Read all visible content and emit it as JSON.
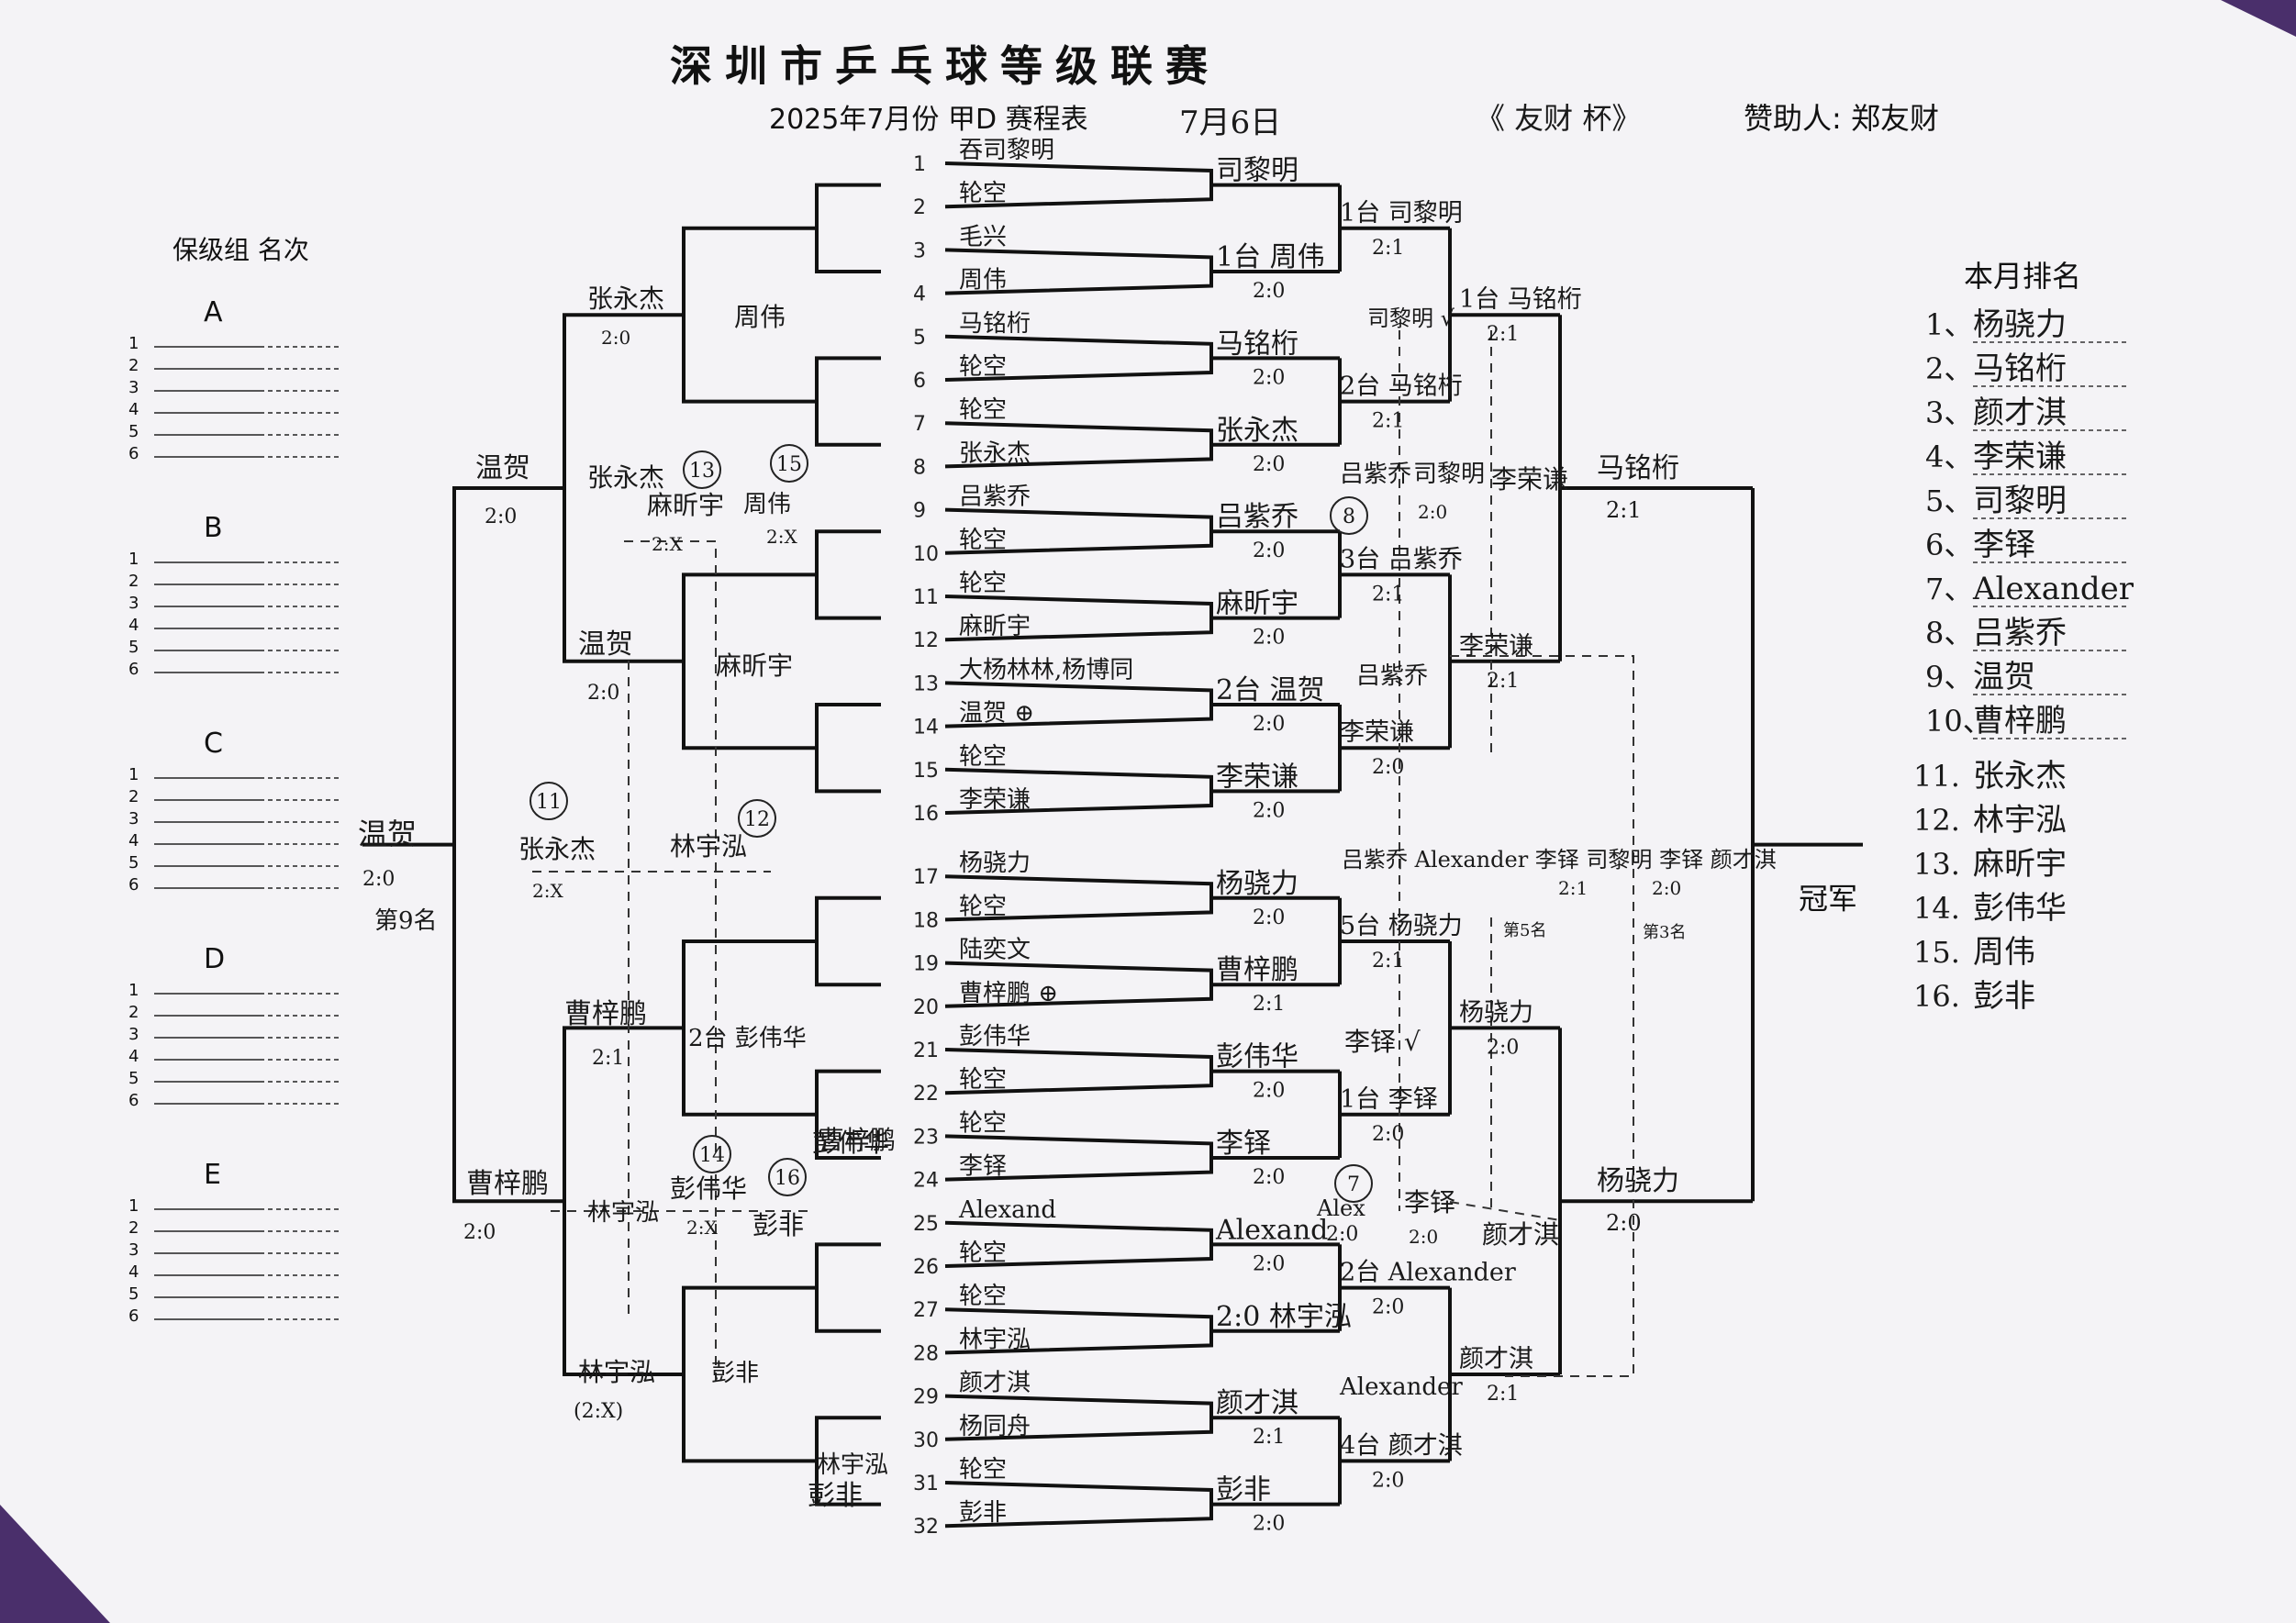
{
  "title": "深圳市乒乓球等级联赛",
  "subtitle": "2025年7月份 甲D 赛程表",
  "date": "7月6日",
  "cup": "《 友财    杯》",
  "sponsor": "赞助人: 郑友财",
  "relegation": {
    "heading": "保级组   名次",
    "groups": [
      "A",
      "B",
      "C",
      "D",
      "E"
    ],
    "rows": [
      "1",
      "2",
      "3",
      "4",
      "5",
      "6"
    ]
  },
  "ranking": {
    "heading": "本月排名",
    "items": [
      {
        "no": "1、",
        "name": "杨骁力"
      },
      {
        "no": "2、",
        "name": "马铭桁"
      },
      {
        "no": "3、",
        "name": "颜才淇"
      },
      {
        "no": "4、",
        "name": "李荣谦"
      },
      {
        "no": "5、",
        "name": "司黎明"
      },
      {
        "no": "6、",
        "name": "李铎"
      },
      {
        "no": "7、",
        "name": "Alexander"
      },
      {
        "no": "8、",
        "name": "吕紫乔"
      },
      {
        "no": "9、",
        "name": "温贺"
      },
      {
        "no": "10、",
        "name": "曹梓鹏"
      },
      {
        "no": "11.",
        "name": "张永杰"
      },
      {
        "no": "12.",
        "name": "林宇泓"
      },
      {
        "no": "13.",
        "name": "麻昕宇"
      },
      {
        "no": "14.",
        "name": "彭伟华"
      },
      {
        "no": "15.",
        "name": "周伟"
      },
      {
        "no": "16.",
        "name": "彭非"
      }
    ]
  },
  "slots": [
    {
      "no": "1",
      "name": "吞司黎明"
    },
    {
      "no": "2",
      "name": "轮空"
    },
    {
      "no": "3",
      "name": "毛兴"
    },
    {
      "no": "4",
      "name": "周伟"
    },
    {
      "no": "5",
      "name": "马铭桁"
    },
    {
      "no": "6",
      "name": "轮空"
    },
    {
      "no": "7",
      "name": "轮空"
    },
    {
      "no": "8",
      "name": "张永杰"
    },
    {
      "no": "9",
      "name": "吕紫乔"
    },
    {
      "no": "10",
      "name": "轮空"
    },
    {
      "no": "11",
      "name": "轮空"
    },
    {
      "no": "12",
      "name": "麻昕宇"
    },
    {
      "no": "13",
      "name": "大杨林林,杨博同"
    },
    {
      "no": "14",
      "name": "温贺 ⊕"
    },
    {
      "no": "15",
      "name": "轮空"
    },
    {
      "no": "16",
      "name": "李荣谦"
    },
    {
      "no": "17",
      "name": "杨骁力"
    },
    {
      "no": "18",
      "name": "轮空"
    },
    {
      "no": "19",
      "name": "陆奕文"
    },
    {
      "no": "20",
      "name": "曹梓鹏 ⊕"
    },
    {
      "no": "21",
      "name": "彭伟华"
    },
    {
      "no": "22",
      "name": "轮空"
    },
    {
      "no": "23",
      "name": "轮空"
    },
    {
      "no": "24",
      "name": "李铎"
    },
    {
      "no": "25",
      "name": "Alexand"
    },
    {
      "no": "26",
      "name": "轮空"
    },
    {
      "no": "27",
      "name": "轮空"
    },
    {
      "no": "28",
      "name": "林宇泓"
    },
    {
      "no": "29",
      "name": "颜才淇"
    },
    {
      "no": "30",
      "name": "杨同舟"
    },
    {
      "no": "31",
      "name": "轮空"
    },
    {
      "no": "32",
      "name": "彭非"
    }
  ],
  "r1": [
    {
      "name": "司黎明",
      "score": ""
    },
    {
      "name": "1台 周伟",
      "score": "2:0"
    },
    {
      "name": "马铭桁",
      "score": "2:0"
    },
    {
      "name": "张永杰",
      "score": "2:0"
    },
    {
      "name": "吕紫乔",
      "score": "2:0"
    },
    {
      "name": "麻昕宇",
      "score": "2:0"
    },
    {
      "name": "2台 温贺",
      "score": "2:0"
    },
    {
      "name": "李荣谦",
      "score": "2:0"
    },
    {
      "name": "杨骁力",
      "score": "2:0"
    },
    {
      "name": "曹梓鹏",
      "score": "2:1"
    },
    {
      "name": "彭伟华",
      "score": "2:0"
    },
    {
      "name": "李铎",
      "score": "2:0"
    },
    {
      "name": "Alexand",
      "score": "2:0"
    },
    {
      "name": "2:0  林宇泓",
      "score": ""
    },
    {
      "name": "颜才淇",
      "score": "2:1"
    },
    {
      "name": "彭非",
      "score": "2:0"
    }
  ],
  "r2": [
    {
      "name": "1台 司黎明",
      "score": "2:1"
    },
    {
      "name": "2台 马铭桁",
      "score": "2:1"
    },
    {
      "name": "3台 吕紫乔",
      "score": "2:1"
    },
    {
      "name": "李荣谦",
      "score": "2:0"
    },
    {
      "name": "5台 杨骁力",
      "score": "2:1"
    },
    {
      "name": "1台 李铎",
      "score": "2:0"
    },
    {
      "name": "2台 Alexander",
      "score": "2:0"
    },
    {
      "name": "4台 颜才淇",
      "score": "2:0"
    }
  ],
  "r3": [
    {
      "name": "1台 马铭桁",
      "score": "2:1"
    },
    {
      "name": "李荣谦",
      "score": "2:1"
    },
    {
      "name": "杨骁力",
      "score": "2:0"
    },
    {
      "name": "颜才淇",
      "score": "2:1"
    }
  ],
  "r4": [
    {
      "name": "马铭桁",
      "score": "2:1"
    },
    {
      "name": "杨骁力",
      "score": "2:0"
    }
  ],
  "final": {
    "label": "冠军"
  },
  "misc": {
    "司黎明√": "司黎明 √",
    "吕紫乔8": "吕紫乔",
    "司黎明2": "司黎明",
    "李荣谦top": "李荣谦",
    "score20a": "2:0",
    "吕紫乔b": "吕紫乔",
    "李铎v": "李铎 √",
    "Alex": "Alex",
    "李铎c": "李铎",
    "颜才淇b": "颜才淇",
    "score20b": "2:0",
    "score20c": "2:0",
    "Alexander2": "Alexander",
    "row56": "吕紫乔 Alexander 李铎   司黎明 李铎  颜才淇",
    "score21x": "2:1",
    "score20x": "2:0",
    "fifth": "第5名",
    "third": "第3名",
    "ninth": "第9名"
  },
  "left": {
    "张永杰": "张永杰",
    "s20a": "2:0",
    "周伟": "周伟",
    "温贺": "温贺",
    "s20b": "2:0",
    "张永杰2": "张永杰",
    "麻昕宇": "麻昕宇",
    "周伟2": "周伟",
    "s2xa": "2:X",
    "s2xb": "2:X",
    "温贺2": "温贺",
    "s20c": "2:0",
    "麻昕宇2": "麻昕宇",
    "温贺3": "温贺",
    "s20d": "2:0",
    "张永杰3": "张永杰",
    "林宇泓": "林宇泓",
    "s2xc": "2:X",
    "曹梓鹏": "曹梓鹏",
    "s21a": "2:1",
    "彭伟华": "2台 彭伟华",
    "曹梓鹏2": "曹梓鹏",
    "s20e": "2:0",
    "林宇泓2": "林宇泓",
    "彭伟华2": "彭伟华",
    "s2xd": "2:X",
    "彭非": "彭非",
    "林宇泓3": "林宇泓",
    "彭非2": "彭非",
    "s2xe": "(2:X)",
    "曹梓鹏3": "曹梓鹏",
    "彭伟华3": "彭伟华",
    "林宇泓4": "林宇泓",
    "彭非3": "彭非",
    "circ11": "11",
    "circ12": "12",
    "circ13": "13",
    "circ14": "14",
    "circ15": "15",
    "circ16": "16",
    "circ8": "8",
    "circ7": "7"
  },
  "colors": {
    "paper": "#f3f2f5",
    "ink": "#111111",
    "background": "#4a2f6b"
  }
}
